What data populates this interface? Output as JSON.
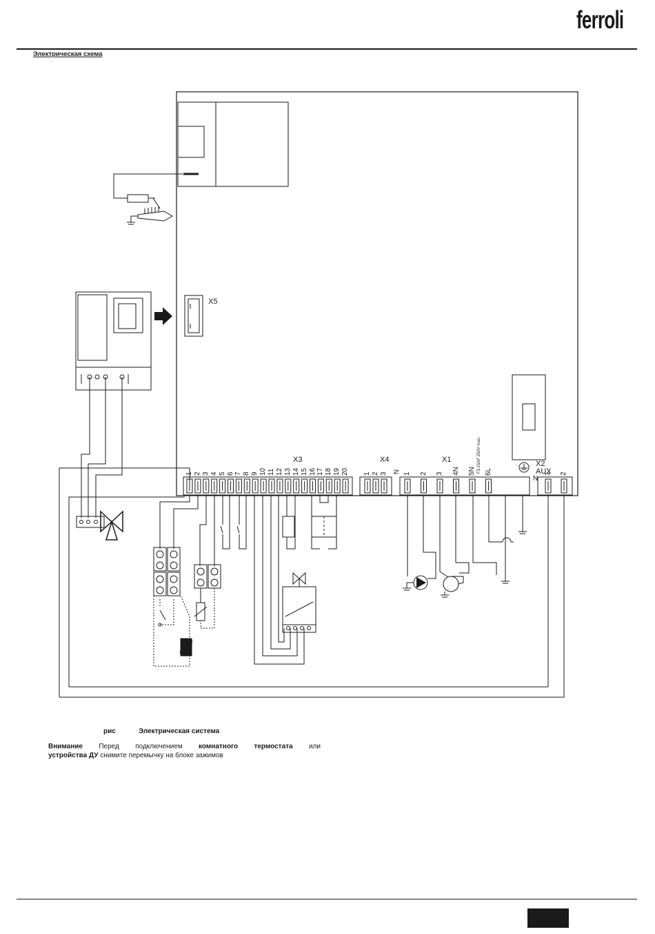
{
  "header": {
    "brand": "ferroli",
    "section_title": "Электрическая схема"
  },
  "diagram": {
    "connectors": {
      "x5": "X5",
      "x3": "X3",
      "x4": "X4",
      "x1": "X1",
      "x2": "X2",
      "aux": "AUX"
    },
    "x3_pins": [
      "1",
      "2",
      "3",
      "4",
      "5",
      "6",
      "7",
      "8",
      "9",
      "10",
      "11",
      "12",
      "13",
      "14",
      "15",
      "16",
      "17",
      "18",
      "19",
      "20"
    ],
    "x4_pins": [
      "1",
      "2",
      "3"
    ],
    "x1_pins": [
      "1",
      "2",
      "3",
      "4N",
      "5N",
      "6L"
    ],
    "x2_pins": [
      "1",
      "2"
    ],
    "fuse_label": "F3.15AF 250V max.",
    "neutral_label": "N"
  },
  "caption": {
    "fig": "рис",
    "title": "Электрическая система"
  },
  "note": {
    "w1": "Внимание",
    "w2": "Перед",
    "w3": "подключением",
    "w4": "комнатного",
    "w5": "термостата",
    "w6": "или",
    "line2_bold": "устройства ДУ",
    "line2_rest": " снимите перемычку на блоке зажимов"
  }
}
